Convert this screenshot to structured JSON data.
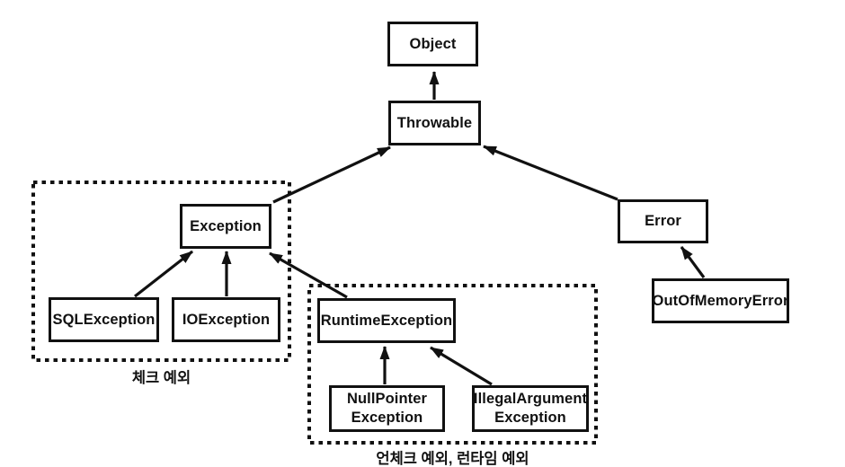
{
  "diagram": {
    "type": "class-hierarchy",
    "language_note": "Java exception hierarchy diagram with Korean group labels",
    "nodes": {
      "object": {
        "label": "Object"
      },
      "throwable": {
        "label": "Throwable"
      },
      "exception": {
        "label": "Exception"
      },
      "sqlexception": {
        "label": "SQLException"
      },
      "ioexception": {
        "label": "IOException"
      },
      "runtimeexception": {
        "label": "RuntimeException"
      },
      "nullpointerexception": {
        "label": "NullPointer\nException"
      },
      "illegalargumentexception": {
        "label": "IllegalArgument\nException"
      },
      "error": {
        "label": "Error"
      },
      "outofmemoryerror": {
        "label": "OutOfMemoryError"
      }
    },
    "edges": [
      {
        "from": "Throwable",
        "to": "Object"
      },
      {
        "from": "Exception",
        "to": "Throwable"
      },
      {
        "from": "Error",
        "to": "Throwable"
      },
      {
        "from": "SQLException",
        "to": "Exception"
      },
      {
        "from": "IOException",
        "to": "Exception"
      },
      {
        "from": "RuntimeException",
        "to": "Exception"
      },
      {
        "from": "NullPointerException",
        "to": "RuntimeException"
      },
      {
        "from": "IllegalArgumentException",
        "to": "RuntimeException"
      },
      {
        "from": "OutOfMemoryError",
        "to": "Error"
      }
    ],
    "groups": {
      "checked": {
        "label": "체크 예외",
        "members": [
          "Exception",
          "SQLException",
          "IOException"
        ]
      },
      "unchecked": {
        "label": "언체크 예외, 런타임 예외",
        "members": [
          "RuntimeException",
          "NullPointerException",
          "IllegalArgumentException"
        ]
      }
    },
    "colors": {
      "line": "#111111",
      "background": "#ffffff",
      "text": "#111111"
    }
  }
}
